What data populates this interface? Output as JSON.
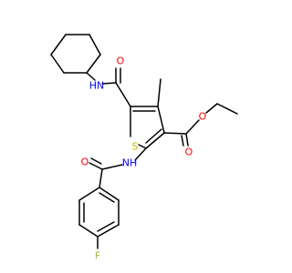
{
  "colors": {
    "bond": "#000000",
    "oxygen": "#ff0000",
    "nitrogen": "#0000ff",
    "sulfur": "#c8b400",
    "fluorine": "#96be32",
    "background": "#ffffff"
  },
  "atoms": {
    "nh_amide_top": "HN",
    "o_amide_top": "O",
    "s_ring": "S",
    "o_ester_carbonyl": "O",
    "o_ester_ether": "O",
    "nh_amide_bottom": "NH",
    "o_amide_bottom": "O",
    "f_substituent": "F"
  }
}
